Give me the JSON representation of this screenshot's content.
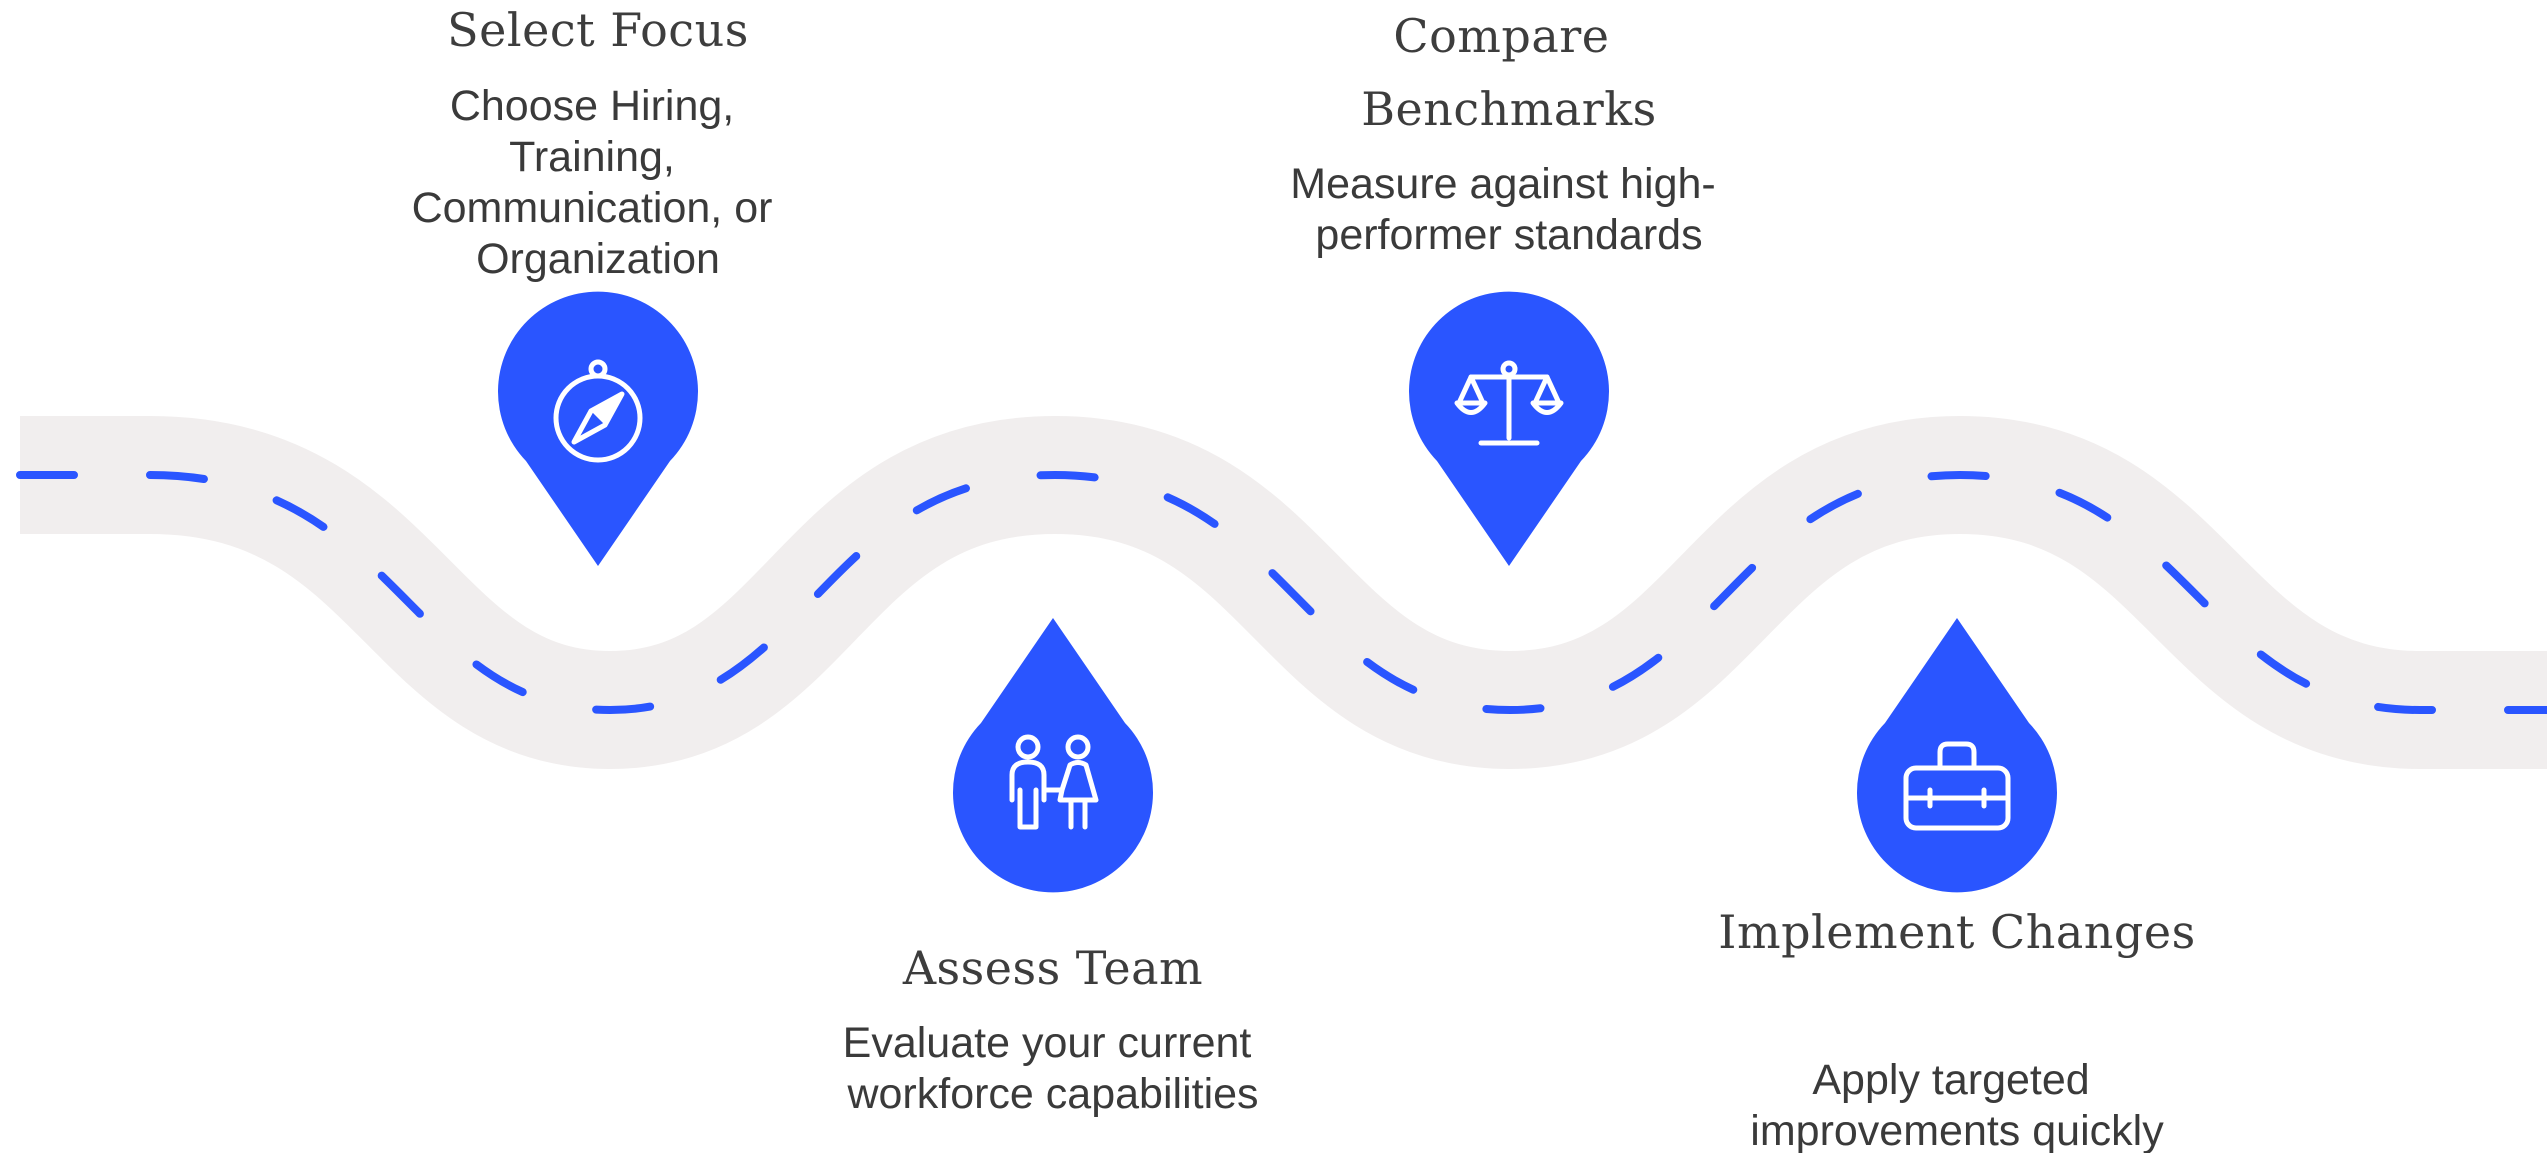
{
  "diagram": {
    "accent_color": "#2a55ff",
    "road_color": "#f1eeee",
    "steps": [
      {
        "title": "Select Focus",
        "title_lines": [
          "Select Focus"
        ],
        "description_lines": [
          "Choose Hiring,",
          "Training,",
          "Communication, or",
          "Organization"
        ],
        "icon": "compass-icon"
      },
      {
        "title": "Assess Team",
        "title_lines": [
          "Assess Team"
        ],
        "description_lines": [
          "Evaluate your current",
          "workforce capabilities"
        ],
        "icon": "people-icon"
      },
      {
        "title": "Compare Benchmarks",
        "title_lines": [
          "Compare",
          "Benchmarks"
        ],
        "description_lines": [
          "Measure against high-",
          "performer standards"
        ],
        "icon": "scales-icon"
      },
      {
        "title": "Implement Changes",
        "title_lines": [
          "Implement Changes"
        ],
        "description_lines": [
          "Apply targeted",
          "improvements quickly"
        ],
        "icon": "toolbox-icon"
      }
    ]
  }
}
